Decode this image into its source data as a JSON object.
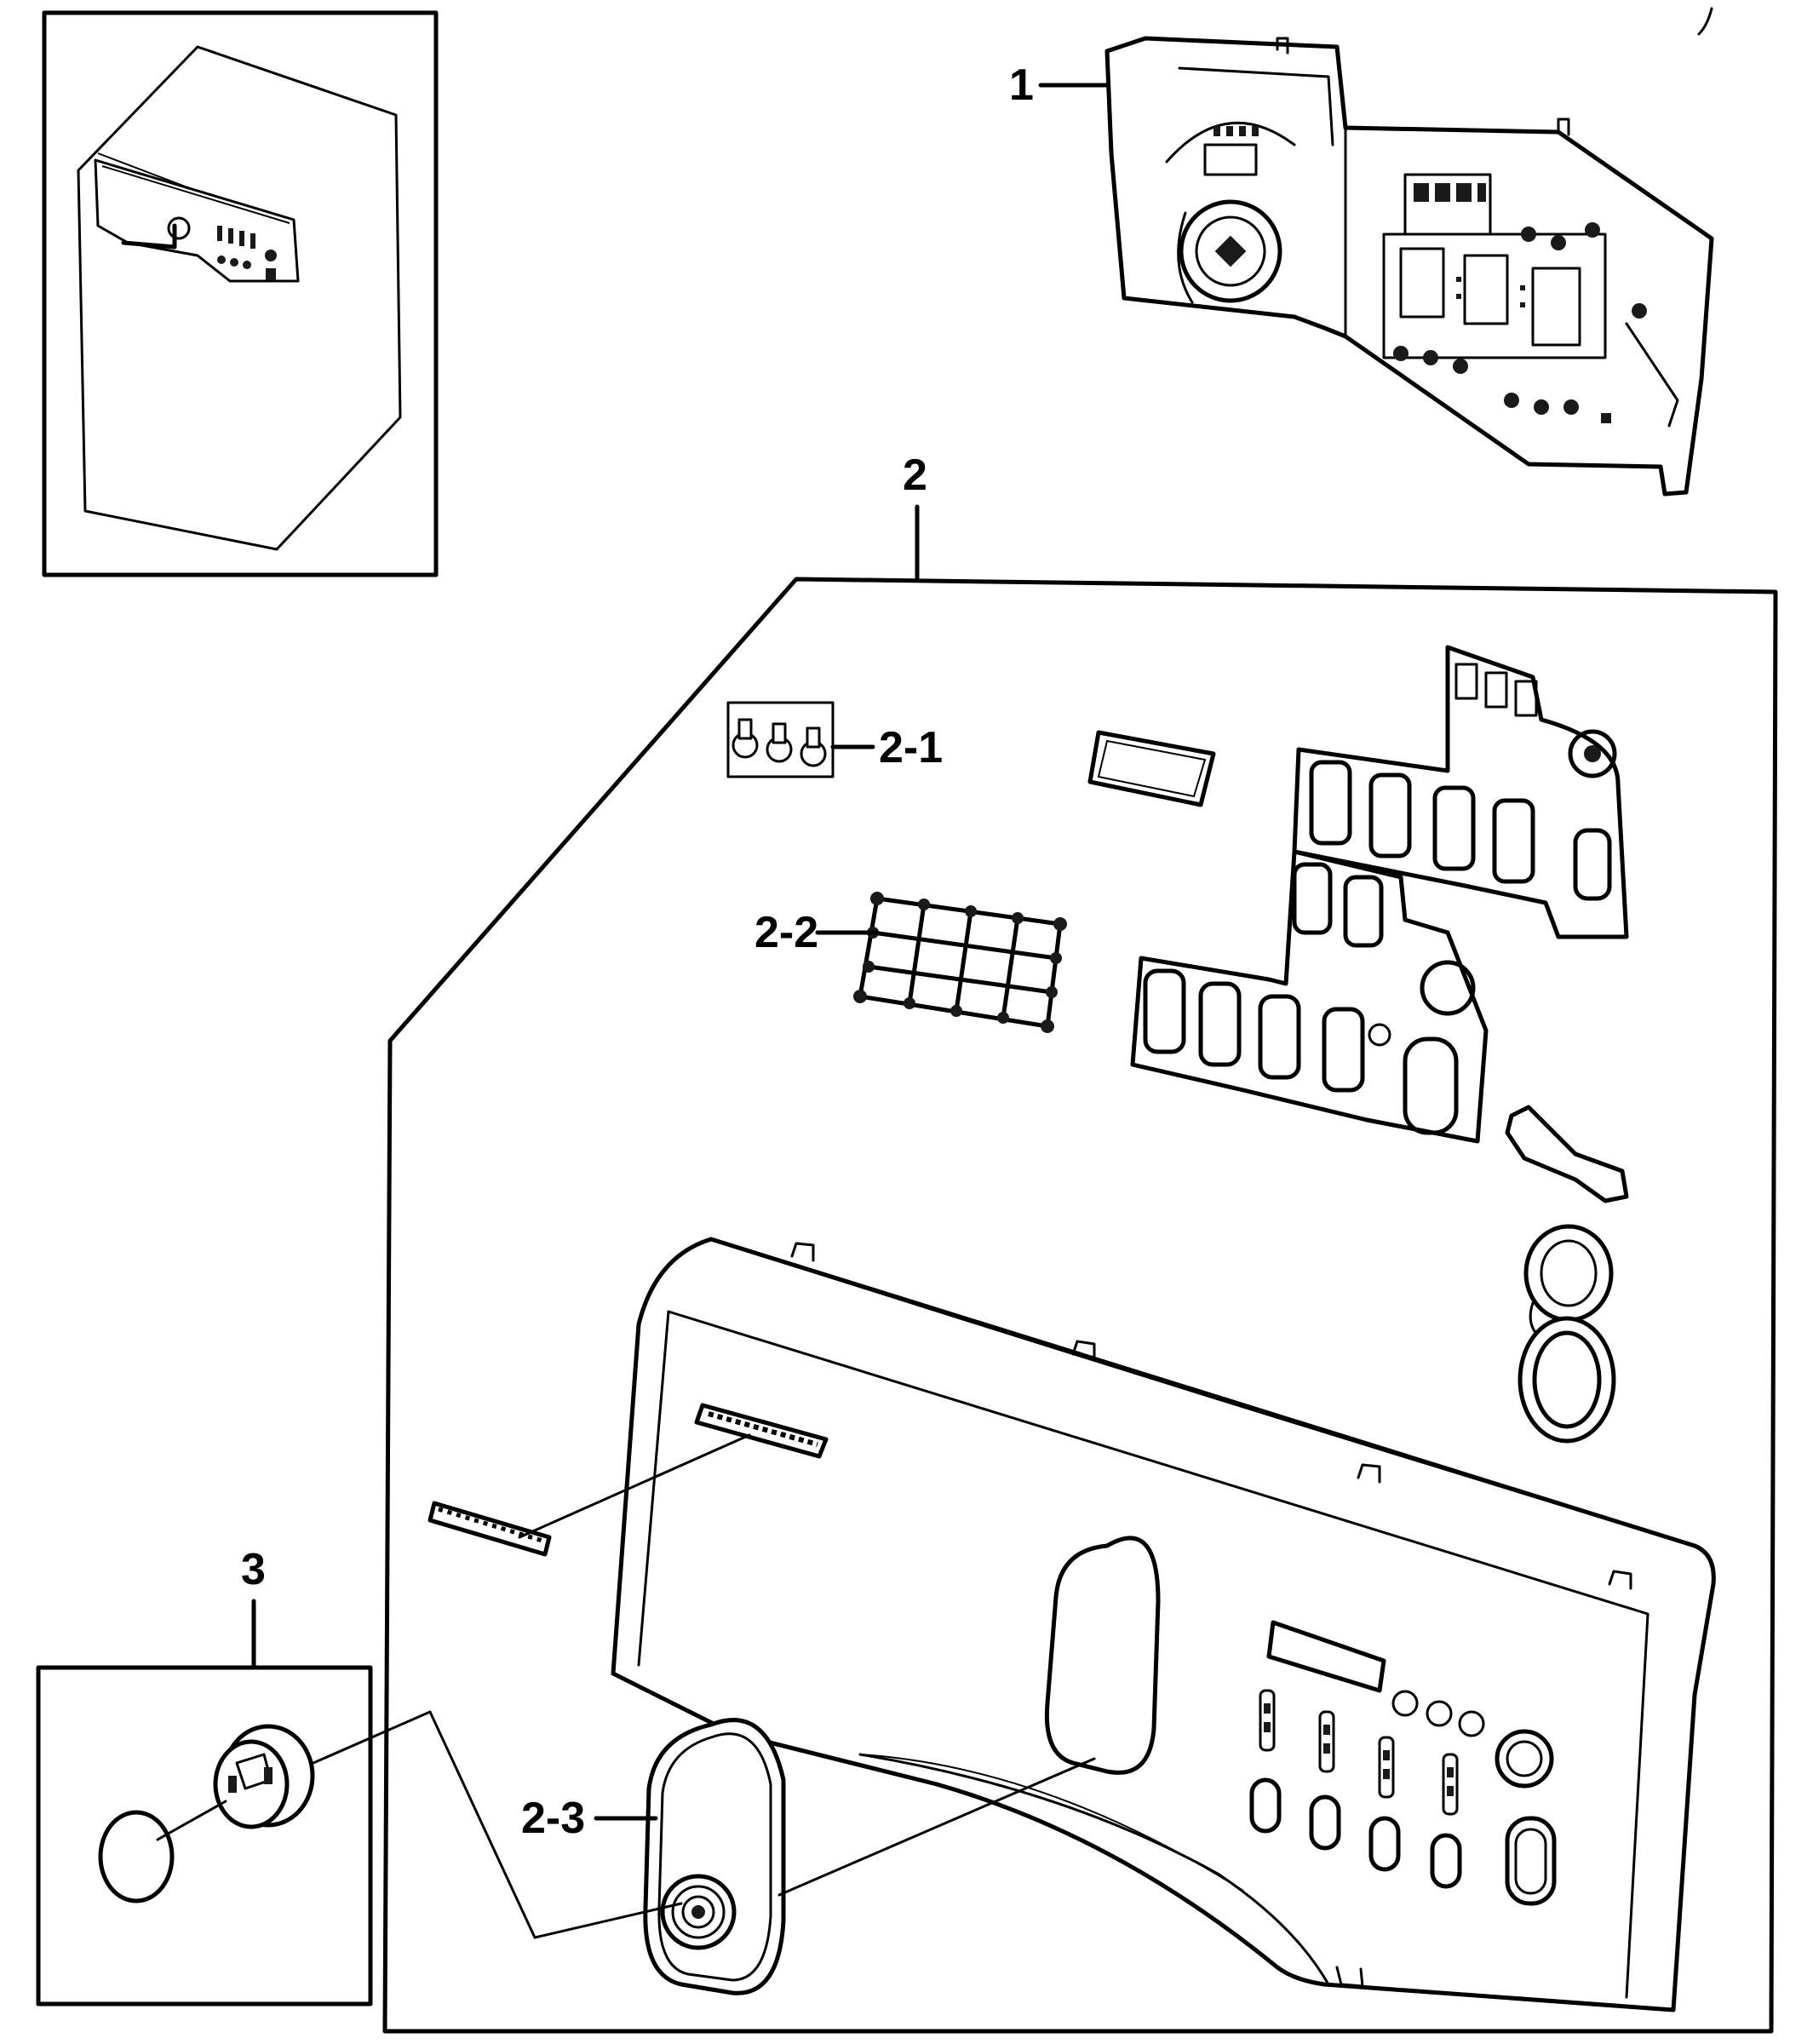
{
  "callouts": {
    "part_1": "1",
    "part_2": "2",
    "part_2_1": "2-1",
    "part_2_2": "2-2",
    "part_2_3": "2-3",
    "part_3": "3"
  },
  "colors": {
    "line": "#000000",
    "background": "#ffffff",
    "shade": "#d8d8d8"
  }
}
